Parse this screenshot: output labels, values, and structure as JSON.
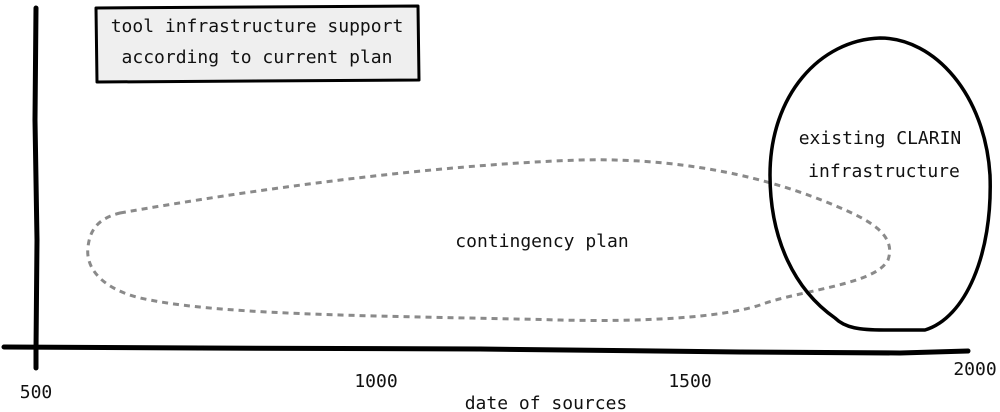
{
  "title_box": {
    "line1": "tool infrastructure support",
    "line2": "according to current plan"
  },
  "regions": {
    "contingency": {
      "label": "contingency plan",
      "stroke_color": "#8a8a8a",
      "line_style": "dashed"
    },
    "clarin": {
      "label_line1": "existing CLARIN",
      "label_line2": "infrastructure",
      "stroke_color": "#000000",
      "line_style": "solid"
    }
  },
  "x_axis": {
    "label": "date of sources",
    "ticks": [
      "500",
      "1000",
      "1500",
      "2000"
    ]
  }
}
